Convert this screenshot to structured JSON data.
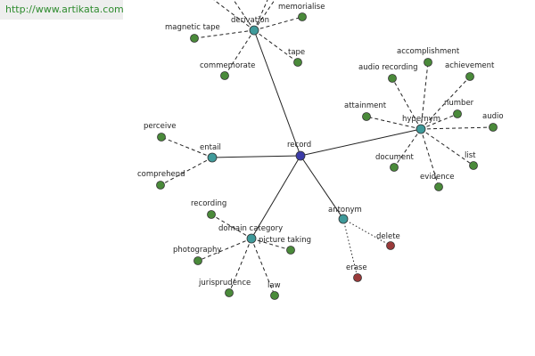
{
  "banner": {
    "url_text": "http://www.artikata.com"
  },
  "colors": {
    "root": "#3b3ba8",
    "hub": "#3f9a9a",
    "leaf": "#4a8a3a",
    "negative": "#9a3a3a"
  },
  "graph": {
    "nodes": [
      {
        "id": "record",
        "label": "record",
        "kind": "root"
      },
      {
        "id": "derivation",
        "label": "derivation",
        "kind": "hub"
      },
      {
        "id": "entail",
        "label": "entail",
        "kind": "hub"
      },
      {
        "id": "hypernym",
        "label": "hypernym",
        "kind": "hub"
      },
      {
        "id": "domain_category",
        "label": "domain category",
        "kind": "hub"
      },
      {
        "id": "antonym",
        "label": "antonym",
        "kind": "hub"
      },
      {
        "id": "magnetic_tape",
        "label": "magnetic tape",
        "kind": "leaf"
      },
      {
        "id": "memorialise",
        "label": "memorialise",
        "kind": "leaf"
      },
      {
        "id": "commemorate",
        "label": "commemorate",
        "kind": "leaf"
      },
      {
        "id": "tape",
        "label": "tape",
        "kind": "leaf"
      },
      {
        "id": "perceive",
        "label": "perceive",
        "kind": "leaf"
      },
      {
        "id": "comprehend",
        "label": "comprehend",
        "kind": "leaf"
      },
      {
        "id": "accomplishment",
        "label": "accomplishment",
        "kind": "leaf"
      },
      {
        "id": "audio_recording",
        "label": "audio recording",
        "kind": "leaf"
      },
      {
        "id": "achievement",
        "label": "achievement",
        "kind": "leaf"
      },
      {
        "id": "number",
        "label": "number",
        "kind": "leaf"
      },
      {
        "id": "attainment",
        "label": "attainment",
        "kind": "leaf"
      },
      {
        "id": "audio",
        "label": "audio",
        "kind": "leaf"
      },
      {
        "id": "document",
        "label": "document",
        "kind": "leaf"
      },
      {
        "id": "list",
        "label": "list",
        "kind": "leaf"
      },
      {
        "id": "evidence",
        "label": "evidence",
        "kind": "leaf"
      },
      {
        "id": "recording",
        "label": "recording",
        "kind": "leaf"
      },
      {
        "id": "photography",
        "label": "photography",
        "kind": "leaf"
      },
      {
        "id": "picture_taking",
        "label": "picture taking",
        "kind": "leaf"
      },
      {
        "id": "jurisprudence",
        "label": "jurisprudence",
        "kind": "leaf"
      },
      {
        "id": "law",
        "label": "law",
        "kind": "leaf"
      },
      {
        "id": "delete",
        "label": "delete",
        "kind": "negative"
      },
      {
        "id": "erase",
        "label": "erase",
        "kind": "negative"
      }
    ],
    "edges": [
      {
        "from": "record",
        "to": "derivation",
        "style": "solid"
      },
      {
        "from": "record",
        "to": "entail",
        "style": "solid"
      },
      {
        "from": "record",
        "to": "hypernym",
        "style": "solid"
      },
      {
        "from": "record",
        "to": "domain_category",
        "style": "solid"
      },
      {
        "from": "record",
        "to": "antonym",
        "style": "solid"
      },
      {
        "from": "derivation",
        "to": "magnetic_tape",
        "style": "dash"
      },
      {
        "from": "derivation",
        "to": "memorialise",
        "style": "dash"
      },
      {
        "from": "derivation",
        "to": "commemorate",
        "style": "dash"
      },
      {
        "from": "derivation",
        "to": "tape",
        "style": "dash"
      },
      {
        "from": "entail",
        "to": "perceive",
        "style": "dash"
      },
      {
        "from": "entail",
        "to": "comprehend",
        "style": "dash"
      },
      {
        "from": "hypernym",
        "to": "accomplishment",
        "style": "dash"
      },
      {
        "from": "hypernym",
        "to": "audio_recording",
        "style": "dash"
      },
      {
        "from": "hypernym",
        "to": "achievement",
        "style": "dash"
      },
      {
        "from": "hypernym",
        "to": "number",
        "style": "dash"
      },
      {
        "from": "hypernym",
        "to": "attainment",
        "style": "dash"
      },
      {
        "from": "hypernym",
        "to": "audio",
        "style": "dash"
      },
      {
        "from": "hypernym",
        "to": "document",
        "style": "dash"
      },
      {
        "from": "hypernym",
        "to": "list",
        "style": "dash"
      },
      {
        "from": "hypernym",
        "to": "evidence",
        "style": "dash"
      },
      {
        "from": "domain_category",
        "to": "recording",
        "style": "dash"
      },
      {
        "from": "domain_category",
        "to": "photography",
        "style": "dash"
      },
      {
        "from": "domain_category",
        "to": "picture_taking",
        "style": "dash"
      },
      {
        "from": "domain_category",
        "to": "jurisprudence",
        "style": "dash"
      },
      {
        "from": "domain_category",
        "to": "law",
        "style": "dash"
      },
      {
        "from": "antonym",
        "to": "delete",
        "style": "dot"
      },
      {
        "from": "antonym",
        "to": "erase",
        "style": "dot"
      }
    ]
  }
}
